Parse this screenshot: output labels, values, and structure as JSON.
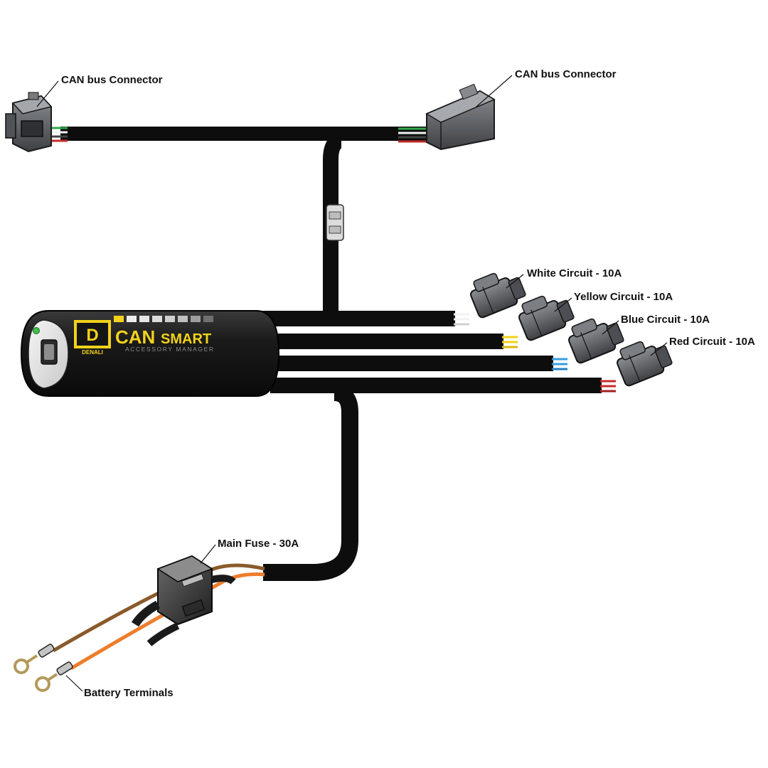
{
  "labels": {
    "can_left": "CAN bus Connector",
    "can_right": "CAN bus Connector",
    "circuit_white": "White Circuit - 10A",
    "circuit_yellow": "Yellow Circuit - 10A",
    "circuit_blue": "Blue Circuit - 10A",
    "circuit_red": "Red Circuit - 10A",
    "main_fuse": "Main Fuse - 30A",
    "battery": "Battery Terminals"
  },
  "module": {
    "logo_mark": "D",
    "logo_sub": "DENALI",
    "brand_can": "CAN",
    "brand_smart": "SMART",
    "subtitle": "ACCESSORY MANAGER"
  },
  "colors": {
    "cable": "#0d0d0d",
    "module_body": "#151515",
    "brand_yellow": "#f3d21b",
    "connector_gray": "#5f6266",
    "wire_green": "#2fa84a",
    "wire_red": "#c92a2a",
    "wire_white": "#f2f2f2",
    "wire_yellow": "#f2d21c",
    "wire_blue": "#3a9de0",
    "wire_brown": "#8a5a2b",
    "wire_orange": "#ee7d2b"
  }
}
